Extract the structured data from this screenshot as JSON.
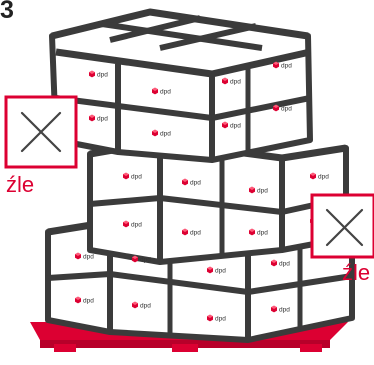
{
  "figure": {
    "number_label": "3",
    "wrong_label_left": "źle",
    "wrong_label_right": "źle",
    "brand_text": "dpd",
    "colors": {
      "box_fill": "#ffffff",
      "box_outline": "#3b3b3b",
      "pallet": "#dc0032",
      "brand": "#dc0032",
      "warning_frame": "#dc0032",
      "cross": "#444444"
    }
  }
}
